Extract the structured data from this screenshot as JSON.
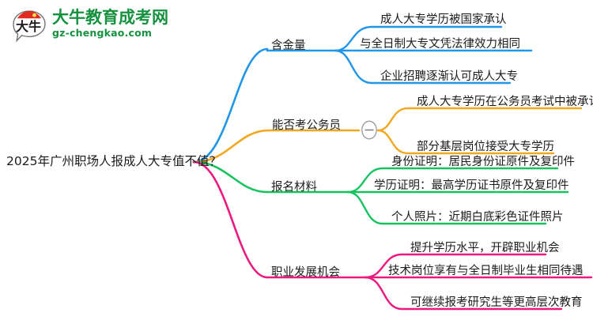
{
  "document": {
    "type": "mindmap",
    "background": "#ffffff"
  },
  "logo": {
    "mark_name": "daniu-speech-bubble-logo",
    "mark_text": "大牛",
    "brand_name": "大牛教育成考网",
    "website": "gz-chengkao.com",
    "brand_color": "#169140",
    "mark_accent_color": "#e02b20"
  },
  "mindmap": {
    "root": {
      "label": "2025年广州职场人报成人大专值不值？"
    },
    "branches": [
      {
        "label": "含金量",
        "color": "#2196e8",
        "collapsible": false,
        "children": [
          {
            "label": "成人大专学历被国家承认"
          },
          {
            "label": "与全日制大专文凭法律效力相同"
          },
          {
            "label": "企业招聘逐渐认可成人大专"
          }
        ]
      },
      {
        "label": "能否考公务员",
        "color": "#f0a81e",
        "collapsible": true,
        "toggle_state": "expanded",
        "toggle_glyph": "−",
        "children": [
          {
            "label": "成人大专学历在公务员考试中被承认"
          },
          {
            "label": "部分基层岗位接受大专学历"
          }
        ]
      },
      {
        "label": "报名材料",
        "color": "#16c45f",
        "collapsible": false,
        "children": [
          {
            "label": "身份证明：居民身份证原件及复印件"
          },
          {
            "label": "学历证明：最高学历证书原件及复印件"
          },
          {
            "label": "个人照片：近期白底彩色证件照片"
          }
        ]
      },
      {
        "label": "职业发展机会",
        "color": "#ec1a7e",
        "collapsible": false,
        "children": [
          {
            "label": "提升学历水平，开辟职业机会"
          },
          {
            "label": "技术岗位享有与全日制毕业生相同待遇"
          },
          {
            "label": "可继续报考研究生等更高层次教育"
          }
        ]
      }
    ]
  }
}
